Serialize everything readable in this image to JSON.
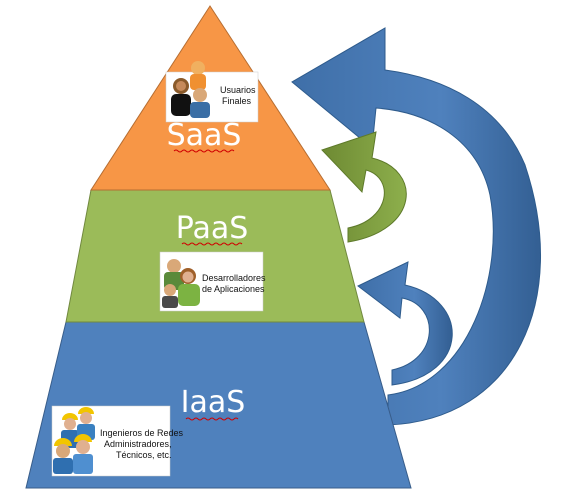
{
  "colors": {
    "saas_fill": "#F79646",
    "paas_fill": "#9BBB59",
    "iaas_fill": "#4F81BD",
    "green_arrow": "#77933C",
    "blue_arrow": "#4F81BD",
    "blue_arrow_dark": "#2E5B8C"
  },
  "layers": {
    "saas": {
      "title": "SaaS",
      "card_lines": [
        "Usuarios",
        "Finales"
      ],
      "card_icon": "user-group-icon"
    },
    "paas": {
      "title": "PaaS",
      "card_lines": [
        "Desarrolladores",
        "de Aplicaciones"
      ],
      "card_icon": "developer-group-icon"
    },
    "iaas": {
      "title": "IaaS",
      "card_lines": [
        "Ingenieros de Redes",
        "Administradores,",
        "Técnicos, etc."
      ],
      "card_icon": "engineer-group-icon"
    }
  }
}
